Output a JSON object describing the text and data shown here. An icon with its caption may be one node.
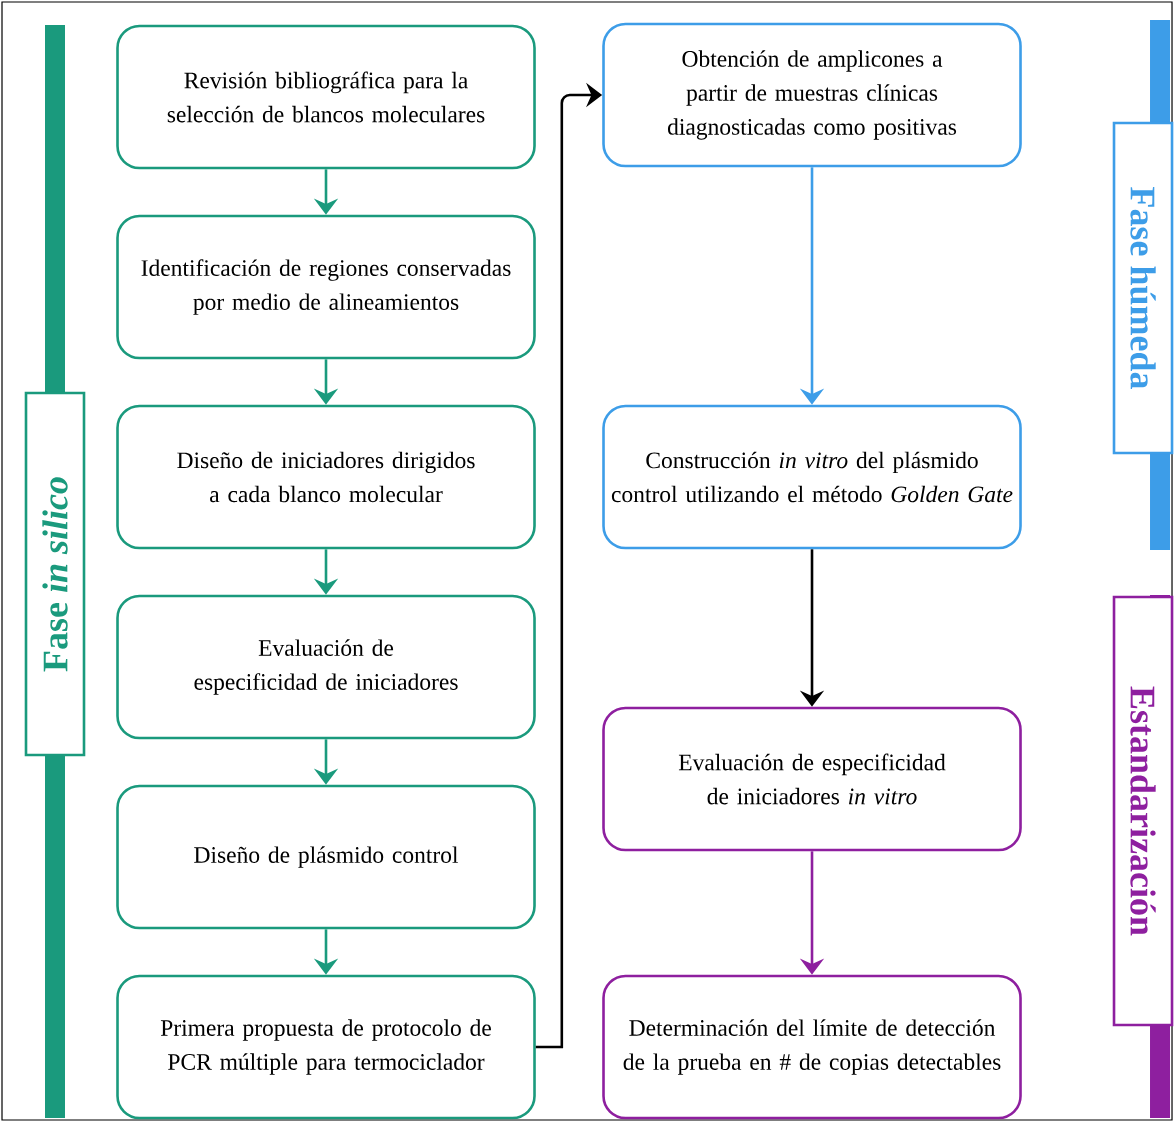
{
  "diagram": {
    "nodes": [
      {
        "text": [
          "Revisión bibliográfica para la selección de blancos moleculares"
        ]
      },
      {
        "text": [
          "Identificación de regiones conservadas por medio de alineamientos"
        ]
      },
      {
        "text": [
          "Diseño de iniciadores dirigidos a cada blanco molecular"
        ]
      },
      {
        "text": [
          "Evaluación de especificidad de iniciadores"
        ]
      },
      {
        "text": [
          "Diseño de plásmido control"
        ]
      },
      {
        "text": [
          "Primera propuesta de protocolo de PCR múltiple para termociclador"
        ]
      },
      {
        "text": [
          "Obtención de amplicones a partir de muestras clínicas diagnosticadas como positivas"
        ]
      },
      {
        "text": [
          "Construcción *in vitro* del plásmido control utilizando el método *Golden Gate*"
        ]
      },
      {
        "text": [
          "Evaluación de especificidad de iniciadores *in vitro*"
        ]
      },
      {
        "text": [
          "Determinación del límite de detección de la prueba en # de copias detectables"
        ]
      },
      {
        "text": [
          "Fase *in silico*"
        ]
      },
      {
        "text": [
          "Fase húmeda"
        ]
      },
      {
        "text": [
          "Estandarización"
        ]
      }
    ],
    "edges": [
      {
        "from": 0,
        "to": 1,
        "arrow": "to"
      },
      {
        "from": 1,
        "to": 2,
        "arrow": "to"
      },
      {
        "from": 2,
        "to": 3,
        "arrow": "to"
      },
      {
        "from": 3,
        "to": 4,
        "arrow": "to"
      },
      {
        "from": 4,
        "to": 5,
        "arrow": "to"
      },
      {
        "from": 5,
        "to": 6,
        "arrow": "to",
        "color": "#000000"
      },
      {
        "from": 6,
        "to": 7,
        "arrow": "to",
        "color": "#3d9de8"
      },
      {
        "from": 7,
        "to": 8,
        "arrow": "to",
        "color": "#000000"
      },
      {
        "from": 8,
        "to": 9,
        "arrow": "to",
        "color": "#8e1f9f"
      }
    ]
  }
}
